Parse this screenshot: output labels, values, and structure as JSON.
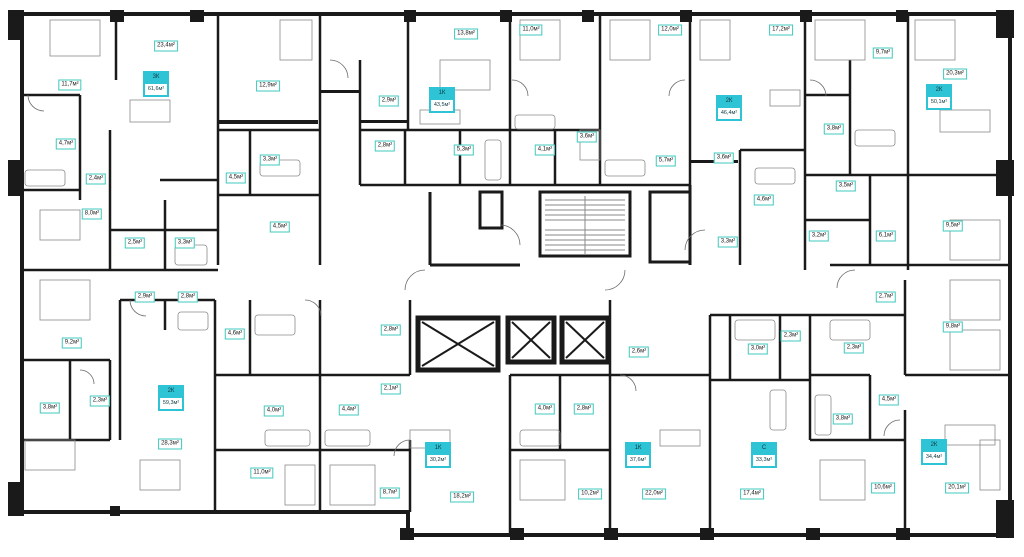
{
  "rooms": [
    {
      "id": "r1",
      "area": "11,7м²"
    },
    {
      "id": "r2",
      "area": "23,4м²"
    },
    {
      "id": "r3",
      "area": "12,9м²"
    },
    {
      "id": "r4",
      "area": "13,8м²"
    },
    {
      "id": "r5",
      "area": "11,0м²"
    },
    {
      "id": "r6",
      "area": "12,0м²"
    },
    {
      "id": "r7",
      "area": "17,2м²"
    },
    {
      "id": "r8",
      "area": "9,7м²"
    },
    {
      "id": "r9",
      "area": "20,3м²"
    },
    {
      "id": "r10",
      "area": "2,9м²"
    },
    {
      "id": "r11",
      "area": "4,7м²"
    },
    {
      "id": "r12",
      "area": "2,8м²"
    },
    {
      "id": "r13",
      "area": "5,3м²"
    },
    {
      "id": "r14",
      "area": "4,1м²"
    },
    {
      "id": "r15",
      "area": "3,6м²"
    },
    {
      "id": "r16",
      "area": "3,8м²"
    },
    {
      "id": "r17",
      "area": "3,3м²"
    },
    {
      "id": "r18",
      "area": "2,4м²"
    },
    {
      "id": "r19",
      "area": "4,5м²"
    },
    {
      "id": "r20",
      "area": "5,7м²"
    },
    {
      "id": "r21",
      "area": "3,6м²"
    },
    {
      "id": "r22",
      "area": "3,5м²"
    },
    {
      "id": "r23",
      "area": "8,0м²"
    },
    {
      "id": "r24",
      "area": "4,6м²"
    },
    {
      "id": "r25",
      "area": "2,5м²"
    },
    {
      "id": "r26",
      "area": "3,3м²"
    },
    {
      "id": "r27",
      "area": "4,5м²"
    },
    {
      "id": "r28",
      "area": "3,3м²"
    },
    {
      "id": "r29",
      "area": "3,2м²"
    },
    {
      "id": "r30",
      "area": "6,1м²"
    },
    {
      "id": "r31",
      "area": "9,5м²"
    },
    {
      "id": "r32",
      "area": "2,9м²"
    },
    {
      "id": "r33",
      "area": "2,8м²"
    },
    {
      "id": "r34",
      "area": "2,7м²"
    },
    {
      "id": "r35",
      "area": "9,2м²"
    },
    {
      "id": "r36",
      "area": "4,6м²"
    },
    {
      "id": "r37",
      "area": "2,8м²"
    },
    {
      "id": "r38",
      "area": "2,6м²"
    },
    {
      "id": "r39",
      "area": "3,0м²"
    },
    {
      "id": "r40",
      "area": "2,3м²"
    },
    {
      "id": "r41",
      "area": "2,3м²"
    },
    {
      "id": "r42",
      "area": "9,8м²"
    },
    {
      "id": "r43",
      "area": "2,1м²"
    },
    {
      "id": "r44",
      "area": "3,8м²"
    },
    {
      "id": "r45",
      "area": "2,3м²"
    },
    {
      "id": "r46",
      "area": "4,0м²"
    },
    {
      "id": "r47",
      "area": "4,4м²"
    },
    {
      "id": "r48",
      "area": "4,0м²"
    },
    {
      "id": "r49",
      "area": "2,8м²"
    },
    {
      "id": "r50",
      "area": "3,8м²"
    },
    {
      "id": "r51",
      "area": "4,5м²"
    },
    {
      "id": "r52",
      "area": "28,3м²"
    },
    {
      "id": "r53",
      "area": "11,0м²"
    },
    {
      "id": "r54",
      "area": "8,7м²"
    },
    {
      "id": "r55",
      "area": "18,2м²"
    },
    {
      "id": "r56",
      "area": "10,2м²"
    },
    {
      "id": "r57",
      "area": "22,0м²"
    },
    {
      "id": "r58",
      "area": "17,4м²"
    },
    {
      "id": "r59",
      "area": "10,6м²"
    },
    {
      "id": "r60",
      "area": "20,1м²"
    }
  ],
  "apartments": [
    {
      "id": "a1",
      "type": "3К",
      "total": "61,6м²"
    },
    {
      "id": "a2",
      "type": "1К",
      "total": "43,5м²"
    },
    {
      "id": "a3",
      "type": "2К",
      "total": "46,4м²"
    },
    {
      "id": "a4",
      "type": "2К",
      "total": "50,1м²"
    },
    {
      "id": "a5",
      "type": "2К",
      "total": "59,3м²"
    },
    {
      "id": "a6",
      "type": "1К",
      "total": "30,2м²"
    },
    {
      "id": "a7",
      "type": "1К",
      "total": "37,6м²"
    },
    {
      "id": "a8",
      "type": "С",
      "total": "33,3м²"
    },
    {
      "id": "a9",
      "type": "2К",
      "total": "34,4м²"
    }
  ],
  "colors": {
    "wall": "#1a1a1a",
    "label_border": "#3fc9bd",
    "apartment_badge": "#2ec4d6",
    "fixture": "#8a8a8a"
  }
}
